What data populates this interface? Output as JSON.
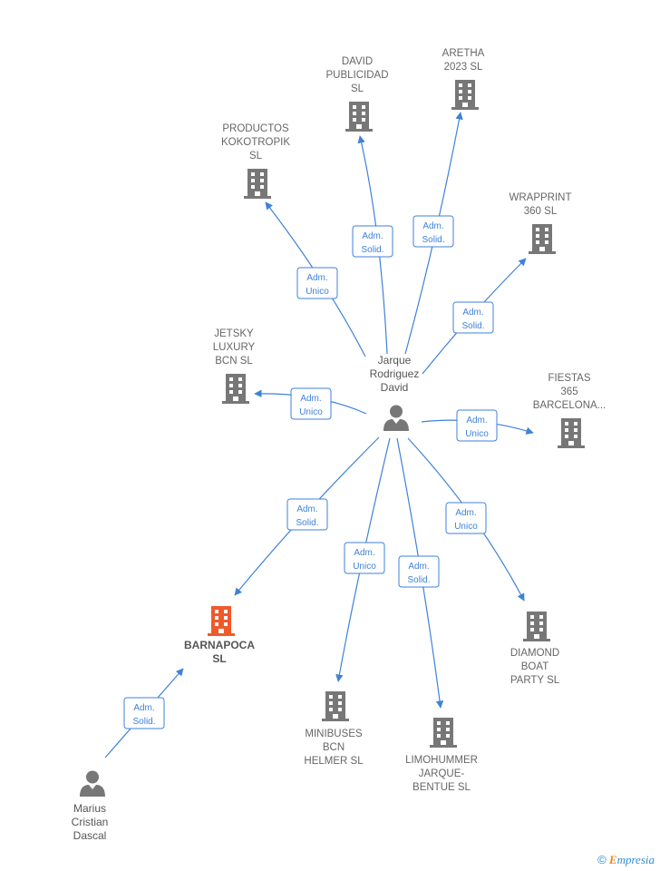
{
  "colors": {
    "edge": "#3f82d8",
    "company": "#777777",
    "company_highlight": "#f05a2a",
    "person": "#777777"
  },
  "nodes": {
    "jarque": {
      "lines": [
        "Jarque",
        "Rodriguez",
        "David"
      ],
      "type": "person"
    },
    "marius": {
      "lines": [
        "Marius",
        "Cristian",
        "Dascal"
      ],
      "type": "person"
    },
    "david_publicidad": {
      "lines": [
        "DAVID",
        "PUBLICIDAD",
        "SL"
      ],
      "type": "company"
    },
    "aretha": {
      "lines": [
        "ARETHA",
        "2023  SL"
      ],
      "type": "company"
    },
    "productos": {
      "lines": [
        "PRODUCTOS",
        "KOKOTROPIK",
        "SL"
      ],
      "type": "company"
    },
    "wrapprint": {
      "lines": [
        "WRAPPRINT",
        "360  SL"
      ],
      "type": "company"
    },
    "jetsky": {
      "lines": [
        "JETSKY",
        "LUXURY",
        "BCN  SL"
      ],
      "type": "company"
    },
    "fiestas": {
      "lines": [
        "FIESTAS",
        "365",
        "BARCELONA..."
      ],
      "type": "company"
    },
    "barnapoca": {
      "lines": [
        "BARNAPOCA",
        "SL"
      ],
      "type": "company-highlight"
    },
    "diamond": {
      "lines": [
        "DIAMOND",
        "BOAT",
        "PARTY  SL"
      ],
      "type": "company"
    },
    "minibuses": {
      "lines": [
        "MINIBUSES",
        "BCN",
        "HELMER SL"
      ],
      "type": "company"
    },
    "limohummer": {
      "lines": [
        "LIMOHUMMER",
        "JARQUE-",
        "BENTUE  SL"
      ],
      "type": "company"
    }
  },
  "edges": [
    {
      "from": "jarque",
      "to": "productos",
      "label": [
        "Adm.",
        "Unico"
      ]
    },
    {
      "from": "jarque",
      "to": "david_publicidad",
      "label": [
        "Adm.",
        "Solid."
      ]
    },
    {
      "from": "jarque",
      "to": "aretha",
      "label": [
        "Adm.",
        "Solid."
      ]
    },
    {
      "from": "jarque",
      "to": "wrapprint",
      "label": [
        "Adm.",
        "Solid."
      ]
    },
    {
      "from": "jarque",
      "to": "jetsky",
      "label": [
        "Adm.",
        "Unico"
      ]
    },
    {
      "from": "jarque",
      "to": "fiestas",
      "label": [
        "Adm.",
        "Unico"
      ]
    },
    {
      "from": "jarque",
      "to": "barnapoca",
      "label": [
        "Adm.",
        "Solid."
      ]
    },
    {
      "from": "jarque",
      "to": "minibuses",
      "label": [
        "Adm.",
        "Unico"
      ]
    },
    {
      "from": "jarque",
      "to": "limohummer",
      "label": [
        "Adm.",
        "Solid."
      ]
    },
    {
      "from": "jarque",
      "to": "diamond",
      "label": [
        "Adm.",
        "Unico"
      ]
    },
    {
      "from": "marius",
      "to": "barnapoca",
      "label": [
        "Adm.",
        "Solid."
      ]
    }
  ],
  "footer": {
    "copyright": "©",
    "brand_e": "E",
    "brand_rest": "mpresia"
  }
}
